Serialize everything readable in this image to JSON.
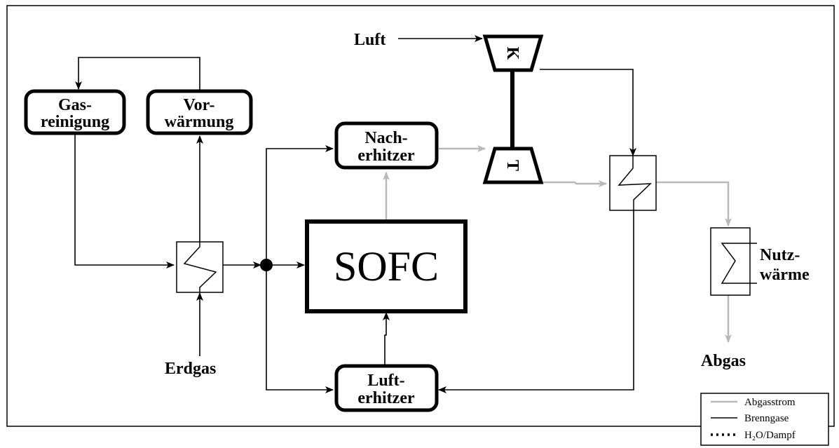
{
  "boxes": {
    "gasreinigung": [
      "Gas-",
      "reinigung"
    ],
    "vorwaermung": [
      "Vor-",
      "wärmung"
    ],
    "nacherhitzer": [
      "Nach-",
      "erhitzer"
    ],
    "lufterhitzer": [
      "Luft-",
      "erhitzer"
    ],
    "sofc": "SOFC"
  },
  "turbomachine": {
    "compressor": "K",
    "turbine": "T"
  },
  "labels": {
    "luft": "Luft",
    "erdgas": "Erdgas",
    "nutzwaerme": [
      "Nutz-",
      "wärme"
    ],
    "abgas": "Abgas"
  },
  "legend": {
    "items": [
      {
        "label": "Abgasstrom",
        "style": "gray-line",
        "color": "#b8b8b8"
      },
      {
        "label": "Brenngase",
        "style": "black-line",
        "color": "#000000"
      },
      {
        "label": "H₂O/Dampf",
        "style": "dotted-line",
        "color": "#000000"
      }
    ]
  }
}
